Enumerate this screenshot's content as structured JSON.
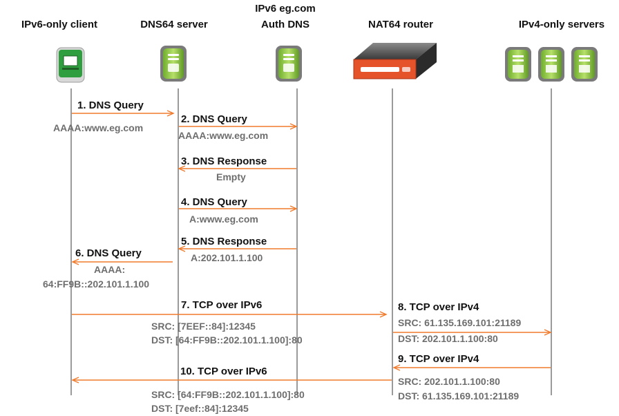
{
  "colors": {
    "arrow": "#f07a2c",
    "lifeline": "#9a9a9a",
    "label": "#111111",
    "detail": "#6e6e6e",
    "client_screen": "#2e9e3e",
    "server_body": "#8cc63f",
    "router_front": "#e4532a"
  },
  "actors": {
    "client": {
      "title_lines": [
        "IPv6-only client"
      ],
      "icon": "computer-icon"
    },
    "dns64": {
      "title_lines": [
        "DNS64 server"
      ],
      "icon": "server-icon"
    },
    "authdns": {
      "title_lines": [
        "IPv6 eg.com",
        "Auth DNS"
      ],
      "icon": "server-icon"
    },
    "nat64": {
      "title_lines": [
        "NAT64 router"
      ],
      "icon": "router-icon"
    },
    "ipv4": {
      "title_lines": [
        "IPv4-only servers"
      ],
      "icon": "server-group-icon"
    }
  },
  "messages": [
    {
      "step": "1",
      "label": "1. DNS Query",
      "details": [
        "AAAA:www.eg.com"
      ]
    },
    {
      "step": "2",
      "label": "2. DNS Query",
      "details": [
        "AAAA:www.eg.com"
      ]
    },
    {
      "step": "3",
      "label": "3. DNS Response",
      "details": [
        "Empty"
      ]
    },
    {
      "step": "4",
      "label": "4. DNS Query",
      "details": [
        "A:www.eg.com"
      ]
    },
    {
      "step": "5",
      "label": "5. DNS Response",
      "details": [
        "A:202.101.1.100"
      ]
    },
    {
      "step": "6",
      "label": "6. DNS Query",
      "details": [
        "AAAA:",
        "64:FF9B::202.101.1.100"
      ]
    },
    {
      "step": "7",
      "label": "7. TCP over IPv6",
      "details": [
        "SRC: [7EEF::84]:12345",
        "DST: [64:FF9B::202.101.1.100]:80"
      ]
    },
    {
      "step": "8",
      "label": "8. TCP over IPv4",
      "details": [
        "SRC: 61.135.169.101:21189",
        "DST: 202.101.1.100:80"
      ]
    },
    {
      "step": "9",
      "label": "9. TCP over IPv4",
      "details": [
        "SRC: 202.101.1.100:80",
        "DST: 61.135.169.101:21189"
      ]
    },
    {
      "step": "10",
      "label": "10. TCP over IPv6",
      "details": [
        "SRC: [64:FF9B::202.101.1.100]:80",
        "DST: [7eef::84]:12345"
      ]
    }
  ]
}
